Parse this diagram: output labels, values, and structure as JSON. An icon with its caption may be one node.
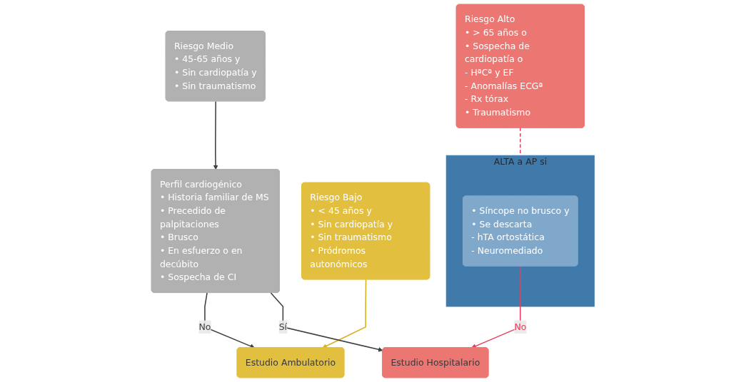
{
  "diagram": {
    "nodes": [
      {
        "text": [
          "Riesgo Bajo",
          "• < 45 años y",
          "• Sin cardiopatía y",
          "• Sin traumatismo",
          "• Pródromos autonómicos"
        ]
      },
      {
        "text": [
          "Riesgo Medio",
          "• 45-65 años y",
          "• Sin cardiopatía y",
          "• Sin traumatismo"
        ]
      },
      {
        "text": [
          "Riesgo Alto",
          "• > 65 años o",
          "• Sospecha de cardiopatía o",
          "- HªCª y EF",
          "- Anomalías ECGª",
          "- Rx tórax",
          "• Traumatismo"
        ]
      },
      {
        "text": [
          "Perfil cardiogénico",
          "• Historia familiar de MS",
          "• Precedido de palpitaciones",
          "• Brusco",
          "• En esfuerzo o en decúbito",
          "• Sospecha de CI"
        ]
      },
      {
        "text": [
          "ALTA a AP si"
        ]
      },
      {
        "text": [
          "• Síncope no brusco y",
          "• Se descarta",
          "- hTA ortostática",
          "- Neuromediado"
        ],
        "in": 4
      },
      {
        "text": [
          "Estudio Ambulatorio"
        ]
      },
      {
        "text": [
          "Estudio Hospitalario"
        ]
      }
    ],
    "edges": [
      {
        "from": 0,
        "to": 6,
        "arrow": "to",
        "color": "#dcaf1c"
      },
      {
        "from": 1,
        "to": 3,
        "arrow": "to"
      },
      {
        "from": 2,
        "to": 4,
        "arrow": "none",
        "style": "dashed",
        "color": "#e8405a"
      },
      {
        "from": 5,
        "to": 7,
        "arrow": "to",
        "label": "No",
        "color": "#e8405a"
      },
      {
        "from": 3,
        "to": 6,
        "arrow": "to",
        "label": "No"
      },
      {
        "from": 3,
        "to": 7,
        "arrow": "to",
        "label": "Sí"
      }
    ]
  }
}
